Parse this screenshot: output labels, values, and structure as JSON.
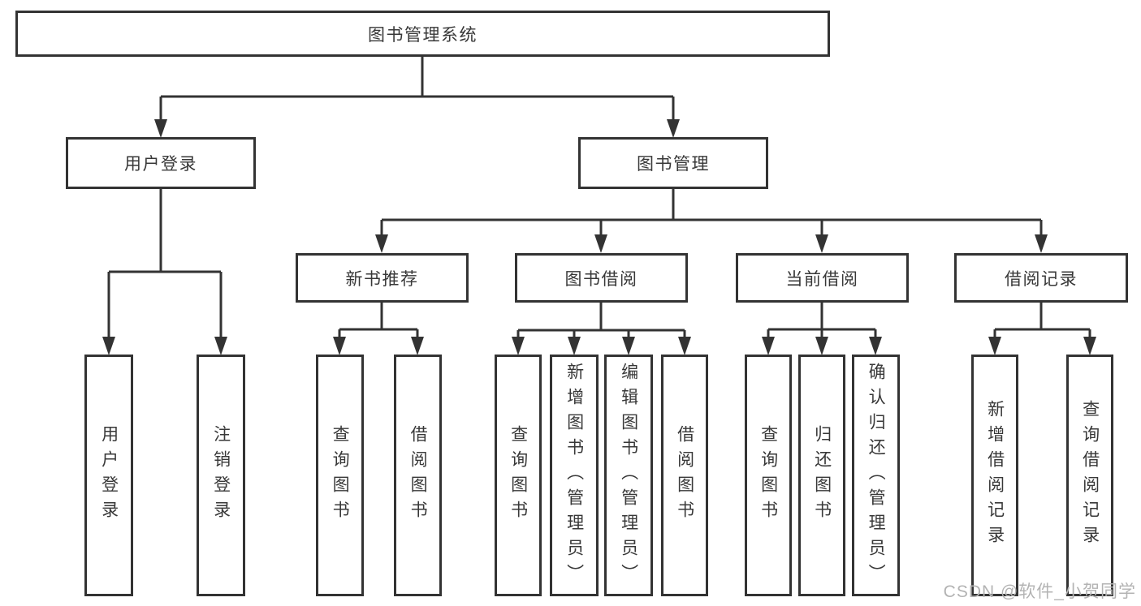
{
  "diagram": {
    "title": "图书管理系统",
    "type": "hierarchy-tree",
    "hierarchy": {
      "图书管理系统": {
        "用户登录": [
          "用户登录",
          "注销登录"
        ],
        "图书管理": {
          "新书推荐": [
            "查询图书",
            "借阅图书"
          ],
          "图书借阅": [
            "查询图书",
            "新增图书（管理员）",
            "编辑图书（管理员）",
            "借阅图书"
          ],
          "当前借阅": [
            "查询图书",
            "归还图书",
            "确认归还（管理员）"
          ],
          "借阅记录": [
            "新增借阅记录",
            "查询借阅记录"
          ]
        }
      }
    }
  },
  "nodes": {
    "root": "图书管理系统",
    "userLogin": "用户登录",
    "bookMgmt": "图书管理",
    "newBookRec": "新书推荐",
    "bookBorrow": "图书借阅",
    "currentBorrow": "当前借阅",
    "borrowRecords": "借阅记录",
    "leafUserLogin": "用户登录",
    "leafLogout": "注销登录",
    "leafNbrQuery": "查询图书",
    "leafNbrBorrow": "借阅图书",
    "leafBbQuery": "查询图书",
    "leafBbAdd": "新增图书（管理员）",
    "leafBbEdit": "编辑图书（管理员）",
    "leafBbBorrow": "借阅图书",
    "leafCbQuery": "查询图书",
    "leafCbReturn": "归还图书",
    "leafCbConfirm": "确认归还（管理员）",
    "leafBrAdd": "新增借阅记录",
    "leafBrQuery": "查询借阅记录"
  },
  "watermark": "CSDN @软件_小贺同学",
  "colors": {
    "line": "#333333",
    "box_border": "#333333",
    "box_fill": "#ffffff",
    "text": "#383838",
    "watermark": "#b3b3b3",
    "background": "#ffffff"
  }
}
